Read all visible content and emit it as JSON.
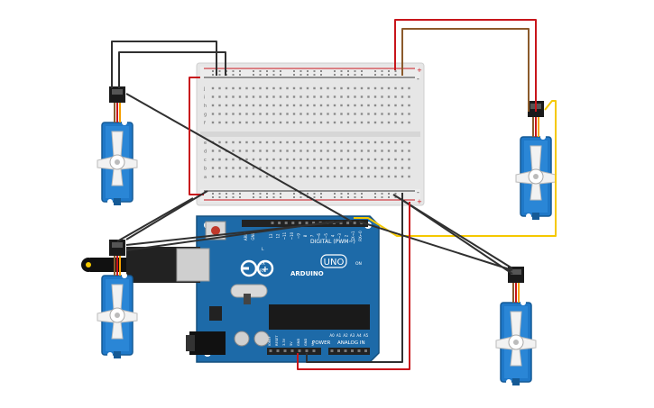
{
  "board": {
    "brand": "ARDUINO",
    "model": "UNO",
    "digital_label": "DIGITAL (PWM~)",
    "power_label": "POWER",
    "analog_label": "ANALOG IN",
    "aref": "AREF",
    "gnd": "GND",
    "tx": "TX",
    "rx": "RX",
    "l": "L",
    "on": "ON",
    "digital_pins": [
      "13",
      "12",
      "~11",
      "~10",
      "~9",
      "8",
      "7",
      "~6",
      "~5",
      "4",
      "~3",
      "2",
      "TX→1",
      "RX←0"
    ],
    "power_pins": [
      "IOREF",
      "RESET",
      "3.3V",
      "5V",
      "GND",
      "GND",
      "Vin"
    ],
    "analog_pins": [
      "A0",
      "A1",
      "A2",
      "A3",
      "A4",
      "A5"
    ]
  },
  "breadboard": {
    "row_letters_top": [
      "j",
      "i",
      "h",
      "g",
      "f"
    ],
    "row_letters_bottom": [
      "e",
      "d",
      "c",
      "b",
      "a"
    ],
    "plus": "+",
    "minus": "-"
  },
  "colors": {
    "wire_red": "#c8151b",
    "wire_black": "#303030",
    "wire_brown": "#8b5a2b",
    "wire_yellow": "#f5c800",
    "servo_blue": "#1f78c8",
    "board_blue": "#1d6aa8"
  },
  "icons": [
    "servo-icon",
    "arduino-board-icon",
    "breadboard-icon",
    "usb-connector-icon",
    "power-jack-icon"
  ]
}
